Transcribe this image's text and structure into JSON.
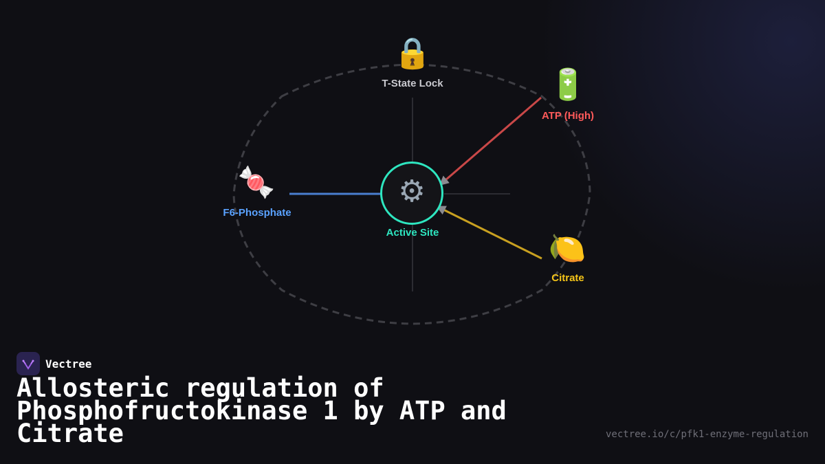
{
  "diagram": {
    "center": {
      "label": "Active Site",
      "icon": "gear-icon",
      "glyph": "⚙",
      "color": "#2ee6c0"
    },
    "nodes": [
      {
        "id": "t-state-lock",
        "label": "T-State Lock",
        "icon": "lock-icon",
        "glyph": "🔒",
        "color": "#c9c9cf"
      },
      {
        "id": "atp-high",
        "label": "ATP (High)",
        "icon": "battery-icon",
        "glyph": "🔋",
        "color": "#ff5a5a"
      },
      {
        "id": "f6-phosphate",
        "label": "F6-Phosphate",
        "icon": "candy-icon",
        "glyph": "🍬",
        "color": "#5aa2ff"
      },
      {
        "id": "citrate",
        "label": "Citrate",
        "icon": "lemon-icon",
        "glyph": "🍋",
        "color": "#f5c518"
      }
    ],
    "edges": [
      {
        "from": "atp-high",
        "to": "active-site",
        "color": "#c94848"
      },
      {
        "from": "f6-phosphate",
        "to": "active-site",
        "color": "#4a7fd0"
      },
      {
        "from": "citrate",
        "to": "active-site",
        "color": "#c8a020"
      }
    ]
  },
  "footer": {
    "brand": "Vectree",
    "brand_icon": "vectree-logo-icon",
    "title": "Allosteric regulation of Phosphofructokinase 1 by ATP and Citrate",
    "url": "vectree.io/c/pfk1-enzyme-regulation"
  }
}
